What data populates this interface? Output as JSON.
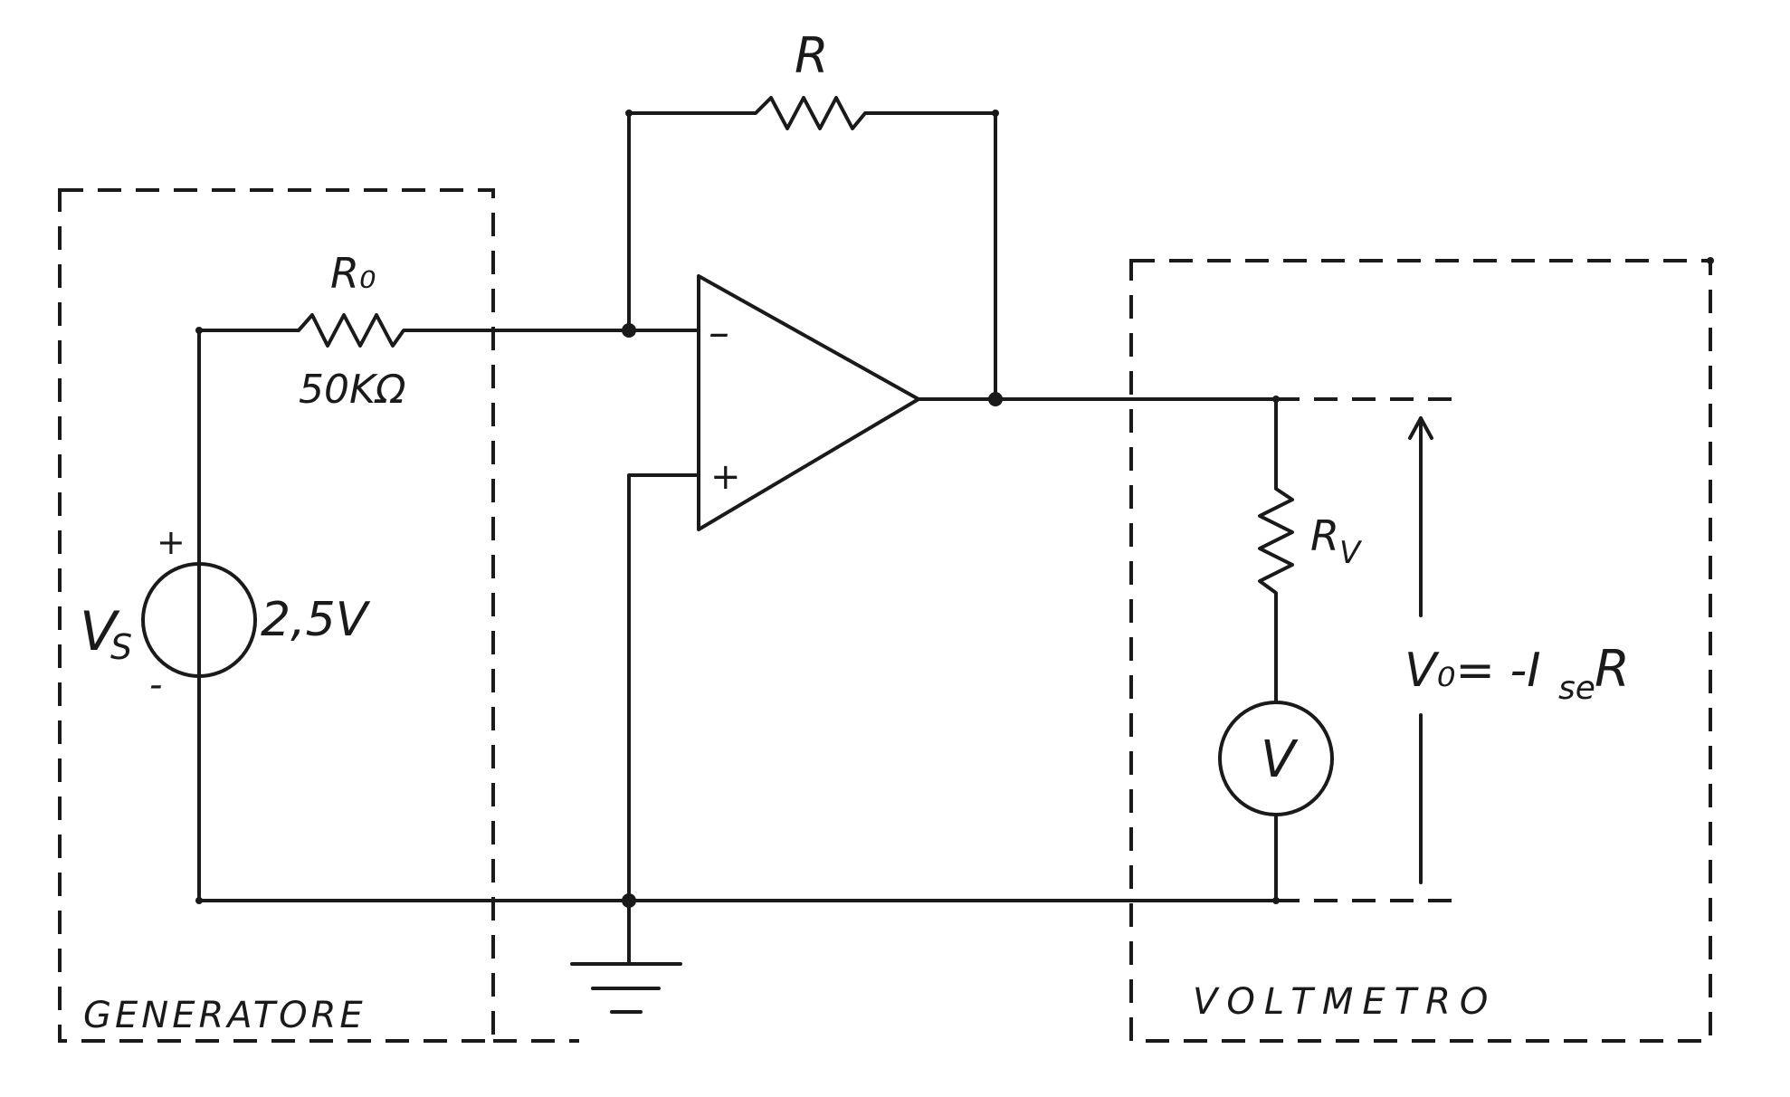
{
  "feedback_resistor": {
    "label": "R"
  },
  "input_resistor": {
    "label": "R₀",
    "value": "50KΩ"
  },
  "source": {
    "name": "V",
    "name_sub": "S",
    "value": "2,5V",
    "plus": "+",
    "minus": "-"
  },
  "opamp": {
    "inverting": "–",
    "noninverting": "+"
  },
  "voltmeter_resistor": {
    "label": "R",
    "label_sub": "V"
  },
  "voltmeter": {
    "symbol": "V"
  },
  "output": {
    "label": "V₀= -I",
    "label_sub": "se",
    "label_tail": "R"
  },
  "boxes": {
    "generator": "GENERATORE",
    "voltmeter": "VOLTMETRO"
  },
  "colors": {
    "ink": "#1a1a1a",
    "paper": "#ffffff"
  },
  "icons": {
    "ground": "ground-icon",
    "arrow": "double-arrow-icon"
  }
}
